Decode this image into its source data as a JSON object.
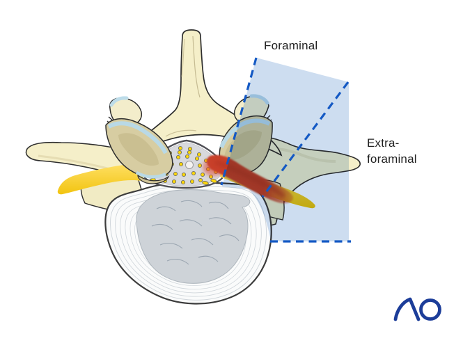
{
  "figure": {
    "description": "Axial view of a lumbar vertebra with herniation zones"
  },
  "labels": {
    "foraminal": "Foraminal",
    "extraforaminal_line1": "Extra-",
    "extraforaminal_line2": "foraminal"
  },
  "logo": {
    "text": "AO"
  },
  "colors": {
    "zone_fill": "#cbdcf0",
    "zone_line": "#1459c4",
    "bone": "#f5efc9",
    "facet_khaki": "#d7cda2",
    "cartilage_blue": "#bddce9",
    "nerve_yellow": "#f2c410",
    "nerve_yellow_light": "#ffe066",
    "nerve_red": "#c8402a",
    "rootlet_yellow": "#ffd60a",
    "dural_sac_gray": "#d8d9dd",
    "logo_navy": "#1c3d99"
  }
}
